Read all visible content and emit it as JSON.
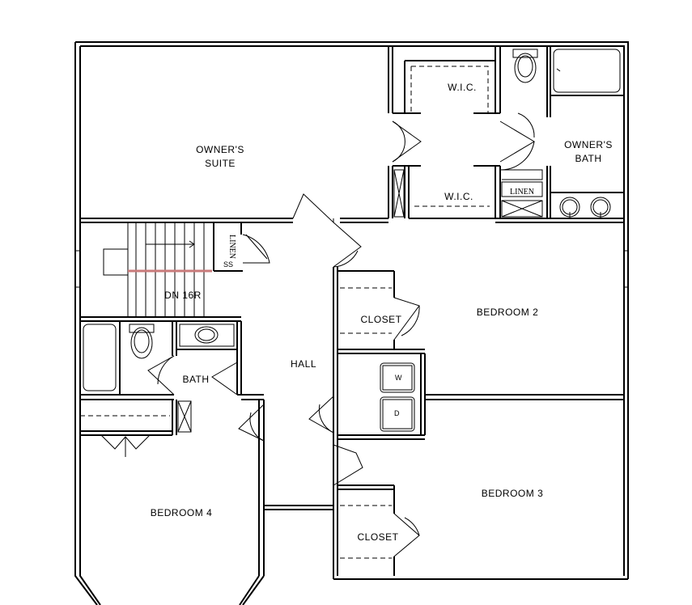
{
  "rooms": {
    "owners_suite": [
      "OWNER'S",
      "SUITE"
    ],
    "wic_upper": "W.I.C.",
    "wic_lower": "W.I.C.",
    "owners_bath": [
      "OWNER'S",
      "BATH"
    ],
    "linen_bath": "LINEN",
    "linen_stair": "LINEN",
    "bedroom2": "BEDROOM 2",
    "closet_upper": "CLOSET",
    "hall": "HALL",
    "bath": "BATH",
    "bedroom3": "BEDROOM 3",
    "closet_lower": "CLOSET",
    "bedroom4": "BEDROOM 4"
  },
  "stairs": {
    "label": "DN 16R"
  },
  "fixtures": {
    "washer": "W",
    "dryer": "D",
    "shelf_tag": "SS"
  }
}
